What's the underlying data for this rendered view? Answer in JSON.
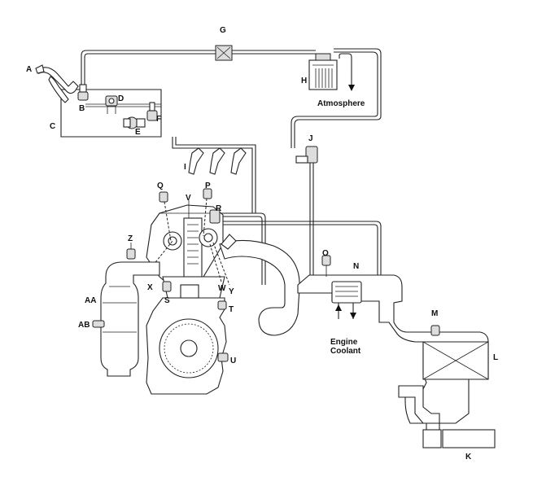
{
  "labels": {
    "A": "A",
    "B": "B",
    "C": "C",
    "D": "D",
    "E": "E",
    "F": "F",
    "G": "G",
    "H": "H",
    "I": "I",
    "J": "J",
    "K": "K",
    "L": "L",
    "M": "M",
    "N": "N",
    "O": "O",
    "P": "P",
    "Q": "Q",
    "R": "R",
    "S": "S",
    "T": "T",
    "U": "U",
    "V": "V",
    "W": "W",
    "X": "X",
    "Y": "Y",
    "Z": "Z",
    "AA": "AA",
    "AB": "AB"
  },
  "notes": {
    "atmosphere": "Atmosphere",
    "engine": "Engine",
    "coolant": "Coolant"
  }
}
